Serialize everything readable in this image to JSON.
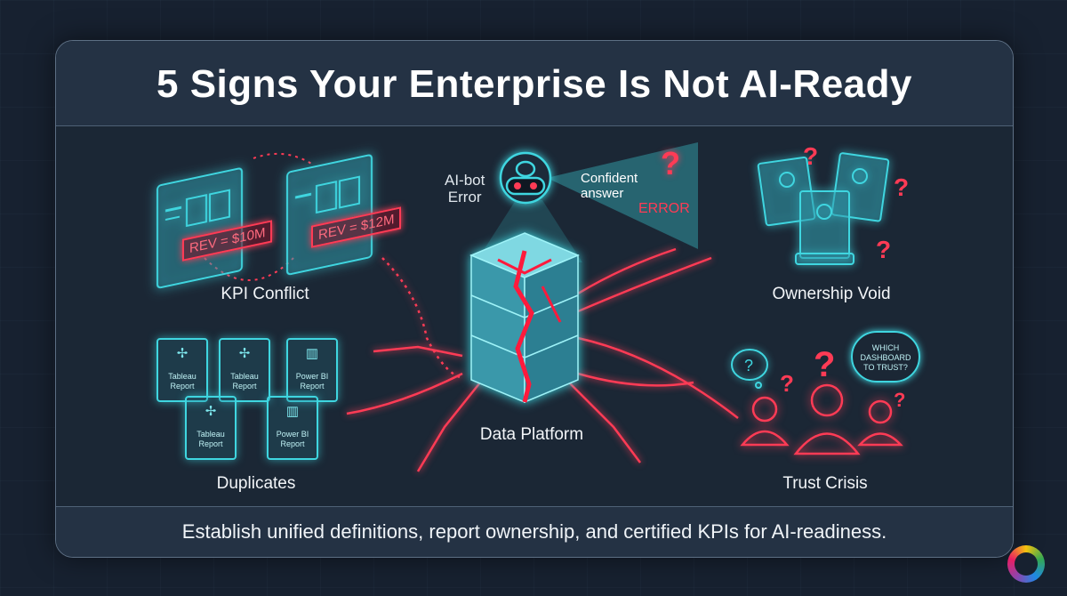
{
  "title": "5 Signs Your Enterprise Is Not AI-Ready",
  "footer": "Establish unified definitions, report ownership, and certified KPIs for AI-readiness.",
  "kpi_conflict": {
    "label": "KPI Conflict",
    "badge_1": "REV = $10M",
    "badge_2": "REV = $12M"
  },
  "ai_bot": {
    "label_line1": "AI-bot",
    "label_line2": "Error",
    "beam_line1": "Confident",
    "beam_line2": "answer",
    "error": "ERROR",
    "question": "?"
  },
  "center": {
    "label": "Data Platform"
  },
  "ownership": {
    "label": "Ownership Void"
  },
  "duplicates": {
    "label": "Duplicates",
    "reports": [
      {
        "line1": "Tableau",
        "line2": "Report"
      },
      {
        "line1": "Tableau",
        "line2": "Report"
      },
      {
        "line1": "Power BI",
        "line2": "Report"
      },
      {
        "line1": "Tableau",
        "line2": "Report"
      },
      {
        "line1": "Power BI",
        "line2": "Report"
      }
    ]
  },
  "trust": {
    "label": "Trust Crisis",
    "bubble_line1": "WHICH",
    "bubble_line2": "DASHBOARD",
    "bubble_line3": "TO TRUST?"
  },
  "colors": {
    "cyan": "#3fd6e0",
    "red": "#ff3b55",
    "background": "#172130"
  }
}
